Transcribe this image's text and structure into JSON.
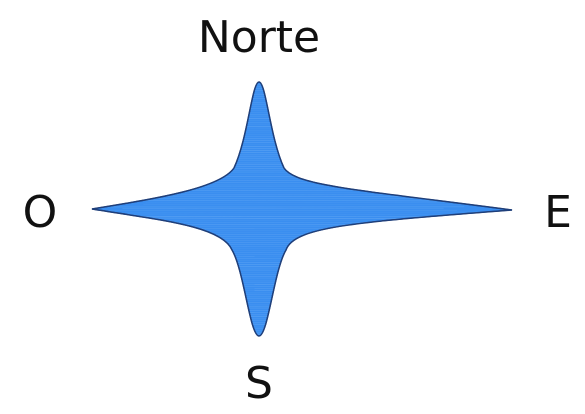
{
  "compass": {
    "north_label": "Norte",
    "south_label": "S",
    "east_label": "E",
    "west_label": "O",
    "fill_color": "#3a8ef0",
    "stroke_color": "#1f3f7a",
    "streak_color": "#7fbaf7"
  }
}
